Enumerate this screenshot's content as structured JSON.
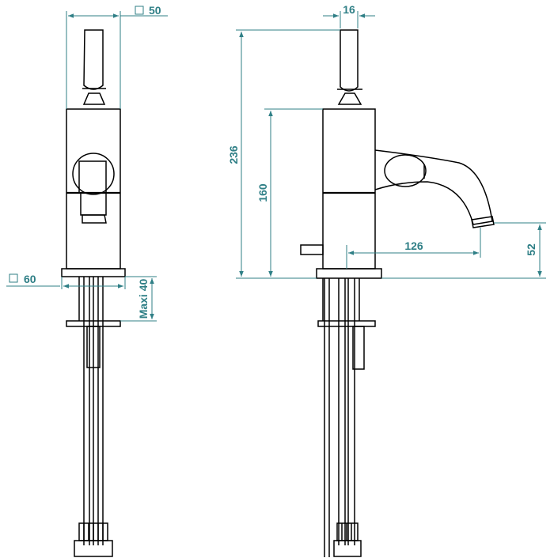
{
  "colors": {
    "dimension": "#2f7f86",
    "outline": "#000000",
    "background": "#ffffff"
  },
  "dimensions": {
    "width_top": "50",
    "stem": "16",
    "total_height": "236",
    "body_height": "160",
    "base": "60",
    "max_thickness": "Maxi 40",
    "spout_reach": "126",
    "spout_height": "52"
  }
}
